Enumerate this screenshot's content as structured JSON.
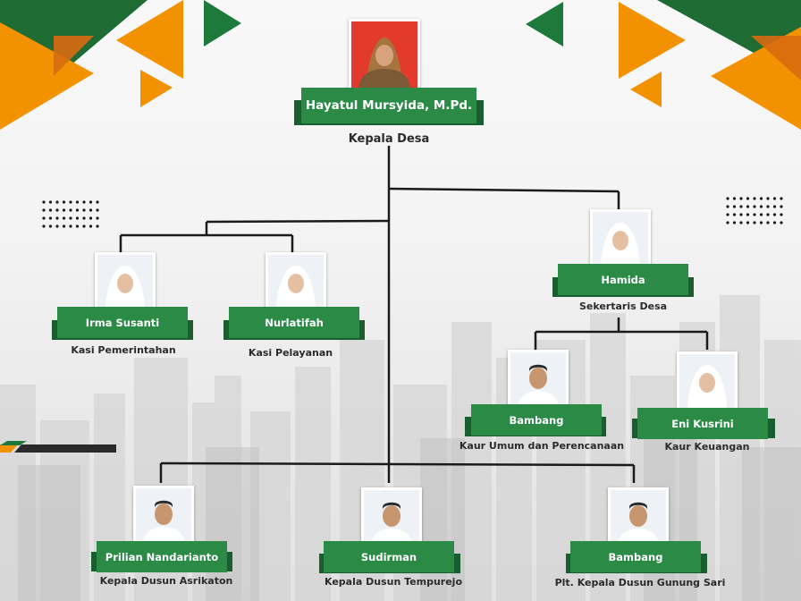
{
  "colors": {
    "green": "#2a8a46",
    "green_dark": "#1a5e30",
    "orange": "#f39200",
    "line": "#1a1a1a"
  },
  "org": {
    "head": {
      "name": "Hayatul Mursyida, M.Pd.",
      "title": "Kepala Desa"
    },
    "secretary": {
      "name": "Hamida",
      "title": "Sekertaris Desa"
    },
    "kasi": [
      {
        "name": "Irma Susanti",
        "title": "Kasi Pemerintahan"
      },
      {
        "name": "Nurlatifah",
        "title": "Kasi Pelayanan"
      }
    ],
    "kaur": [
      {
        "name": "Bambang",
        "title": "Kaur Umum dan Perencanaan"
      },
      {
        "name": "Eni Kusrini",
        "title": "Kaur Keuangan"
      }
    ],
    "dusun": [
      {
        "name": "Prilian Nandarianto",
        "title": "Kepala Dusun Asrikaton"
      },
      {
        "name": "Sudirman",
        "title": "Kepala Dusun Tempurejo"
      },
      {
        "name": "Bambang",
        "title": "Plt. Kepala Dusun Gunung Sari"
      }
    ]
  }
}
